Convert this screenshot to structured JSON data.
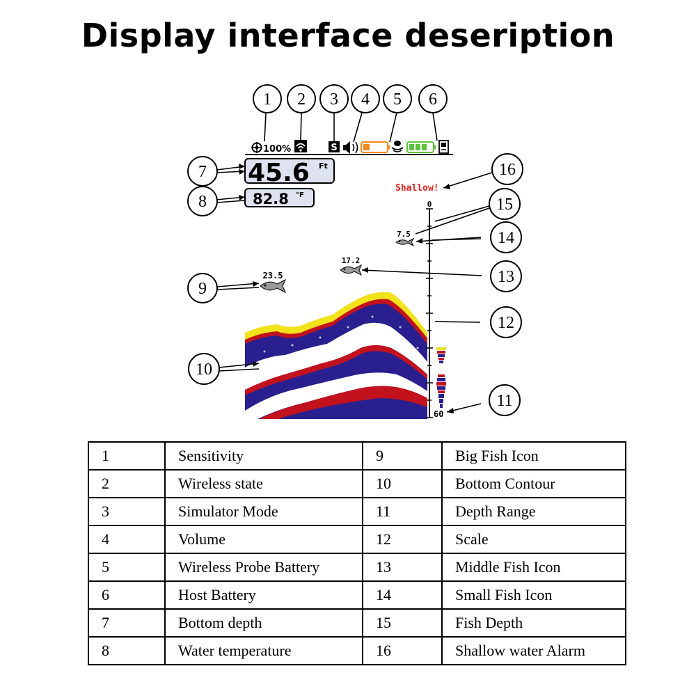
{
  "title": "Display interface deseription",
  "screen": {
    "sensitivity": "100%",
    "simulator_letter": "S",
    "bottom_depth": "45.6",
    "depth_unit": "Ft",
    "water_temp": "82.8",
    "temp_unit": "°F",
    "alarm_text": "Shallow!",
    "scale_top": "0",
    "scale_bottom": "60",
    "fish": [
      {
        "size": "big",
        "depth": "23.5"
      },
      {
        "size": "middle",
        "depth": "17.2"
      },
      {
        "size": "small",
        "depth": "7.5"
      }
    ],
    "probe_battery_color": "#f08a1c",
    "host_battery_color": "#5cc23a",
    "alarm_color": "#e02020",
    "sonar_colors": [
      "#f2e21a",
      "#c2121e",
      "#2a1f8f",
      "#ffffff"
    ]
  },
  "callouts": [
    "1",
    "2",
    "3",
    "4",
    "5",
    "6",
    "7",
    "8",
    "9",
    "10",
    "11",
    "12",
    "13",
    "14",
    "15",
    "16"
  ],
  "legend": [
    {
      "left_num": "1",
      "left_label": "Sensitivity",
      "right_num": "9",
      "right_label": "Big Fish Icon"
    },
    {
      "left_num": "2",
      "left_label": "Wireless state",
      "right_num": "10",
      "right_label": "Bottom Contour"
    },
    {
      "left_num": "3",
      "left_label": "Simulator Mode",
      "right_num": "11",
      "right_label": "Depth Range"
    },
    {
      "left_num": "4",
      "left_label": "Volume",
      "right_num": "12",
      "right_label": "Scale"
    },
    {
      "left_num": "5",
      "left_label": "Wireless Probe Battery",
      "right_num": "13",
      "right_label": "Middle Fish Icon"
    },
    {
      "left_num": "6",
      "left_label": "Host Battery",
      "right_num": "14",
      "right_label": "Small Fish Icon"
    },
    {
      "left_num": "7",
      "left_label": "Bottom depth",
      "right_num": "15",
      "right_label": "Fish Depth"
    },
    {
      "left_num": "8",
      "left_label": "Water temperature",
      "right_num": "16",
      "right_label": "Shallow water Alarm"
    }
  ]
}
